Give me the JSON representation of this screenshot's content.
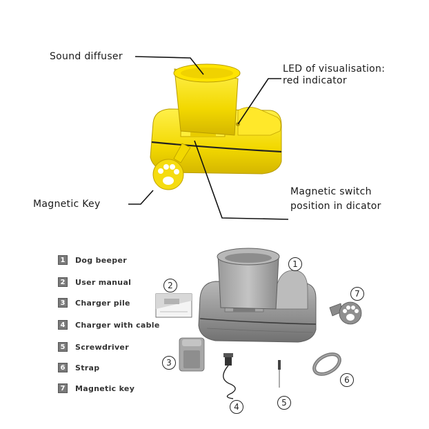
{
  "callouts": {
    "sound_diffuser": "Sound diffuser",
    "led_line1": "LED of visualisation:",
    "led_line2": "red indicator",
    "magnetic_key": "Magnetic Key",
    "switch_line1": "Magnetic switch",
    "switch_line2": "position in dicator"
  },
  "legend": [
    {
      "num": "1",
      "label": "Dog beeper"
    },
    {
      "num": "2",
      "label": "User manual"
    },
    {
      "num": "3",
      "label": "Charger pile"
    },
    {
      "num": "4",
      "label": "Charger with cable"
    },
    {
      "num": "5",
      "label": "Screwdriver"
    },
    {
      "num": "6",
      "label": "Strap"
    },
    {
      "num": "7",
      "label": "Magnetic key"
    }
  ],
  "markers": [
    "1",
    "2",
    "3",
    "4",
    "5",
    "6",
    "7"
  ],
  "colors": {
    "device_yellow": "#f2d800",
    "device_grey": "#8f8f8f",
    "badge_grey": "#7a7a7a"
  }
}
